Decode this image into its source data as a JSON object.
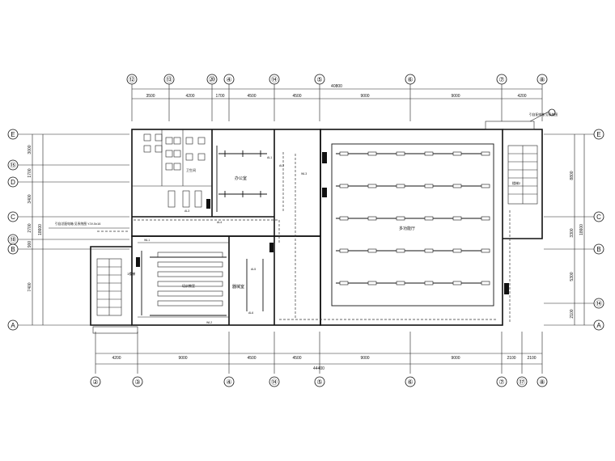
{
  "axes_top": [
    "⑫",
    "⑬",
    "⑳",
    "④",
    "⑭",
    "⑤",
    "⑥",
    "⑦",
    "⑧"
  ],
  "axes_bottom": [
    "②",
    "③",
    "④",
    "⑭",
    "⑤",
    "⑥",
    "⑦",
    "⑰",
    "⑧"
  ],
  "axes_left": [
    "E",
    "⑮",
    "D",
    "C",
    "⑱",
    "B",
    "A"
  ],
  "axes_right": [
    "E",
    "C",
    "B",
    "⑭",
    "A"
  ],
  "dims_top_segments": [
    "3500",
    "4200",
    "1700",
    "4500",
    "4500",
    "9000",
    "9000",
    "4200"
  ],
  "dims_top_total": "40800",
  "dims_bottom_segments": [
    "4200",
    "9000",
    "4500",
    "4500",
    "9000",
    "9000",
    "2100",
    "2100"
  ],
  "dims_bottom_total": "44400",
  "dims_left_segments": [
    "3000",
    "1700",
    "3400",
    "2700",
    "900",
    "7400"
  ],
  "dims_left_total": "18600",
  "dims_right_segments": [
    "8800",
    "3300",
    "5300",
    "2100"
  ],
  "dims_right_total": "18600",
  "rooms": {
    "office": "办公室",
    "multi_hall": "多功能厅",
    "classroom": "培训教室",
    "storage": "器械室",
    "toilet": "卫生间",
    "stair1": "1楼梯",
    "stair2": "楼梯2"
  },
  "panels": [
    "AL1",
    "AL2",
    "AL3",
    "AL4",
    "AL5",
    "AL6",
    "WL1",
    "WL2",
    "WL3"
  ],
  "notes": {
    "top_right": "引自配电箱 见系统图",
    "left_side": "引自总配电箱 见系统图 YJV-5x16"
  }
}
